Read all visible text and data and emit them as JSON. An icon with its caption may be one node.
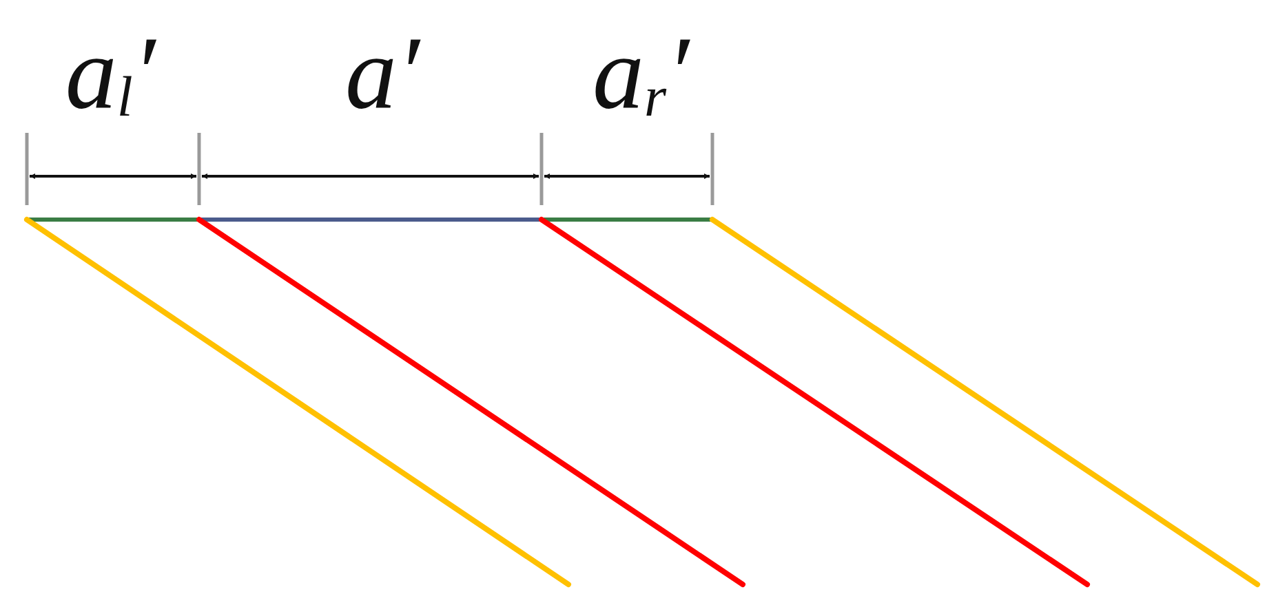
{
  "diagram": {
    "labels": [
      "a$_{l}$′",
      "a′",
      "a$_{r}$′"
    ]
  }
}
